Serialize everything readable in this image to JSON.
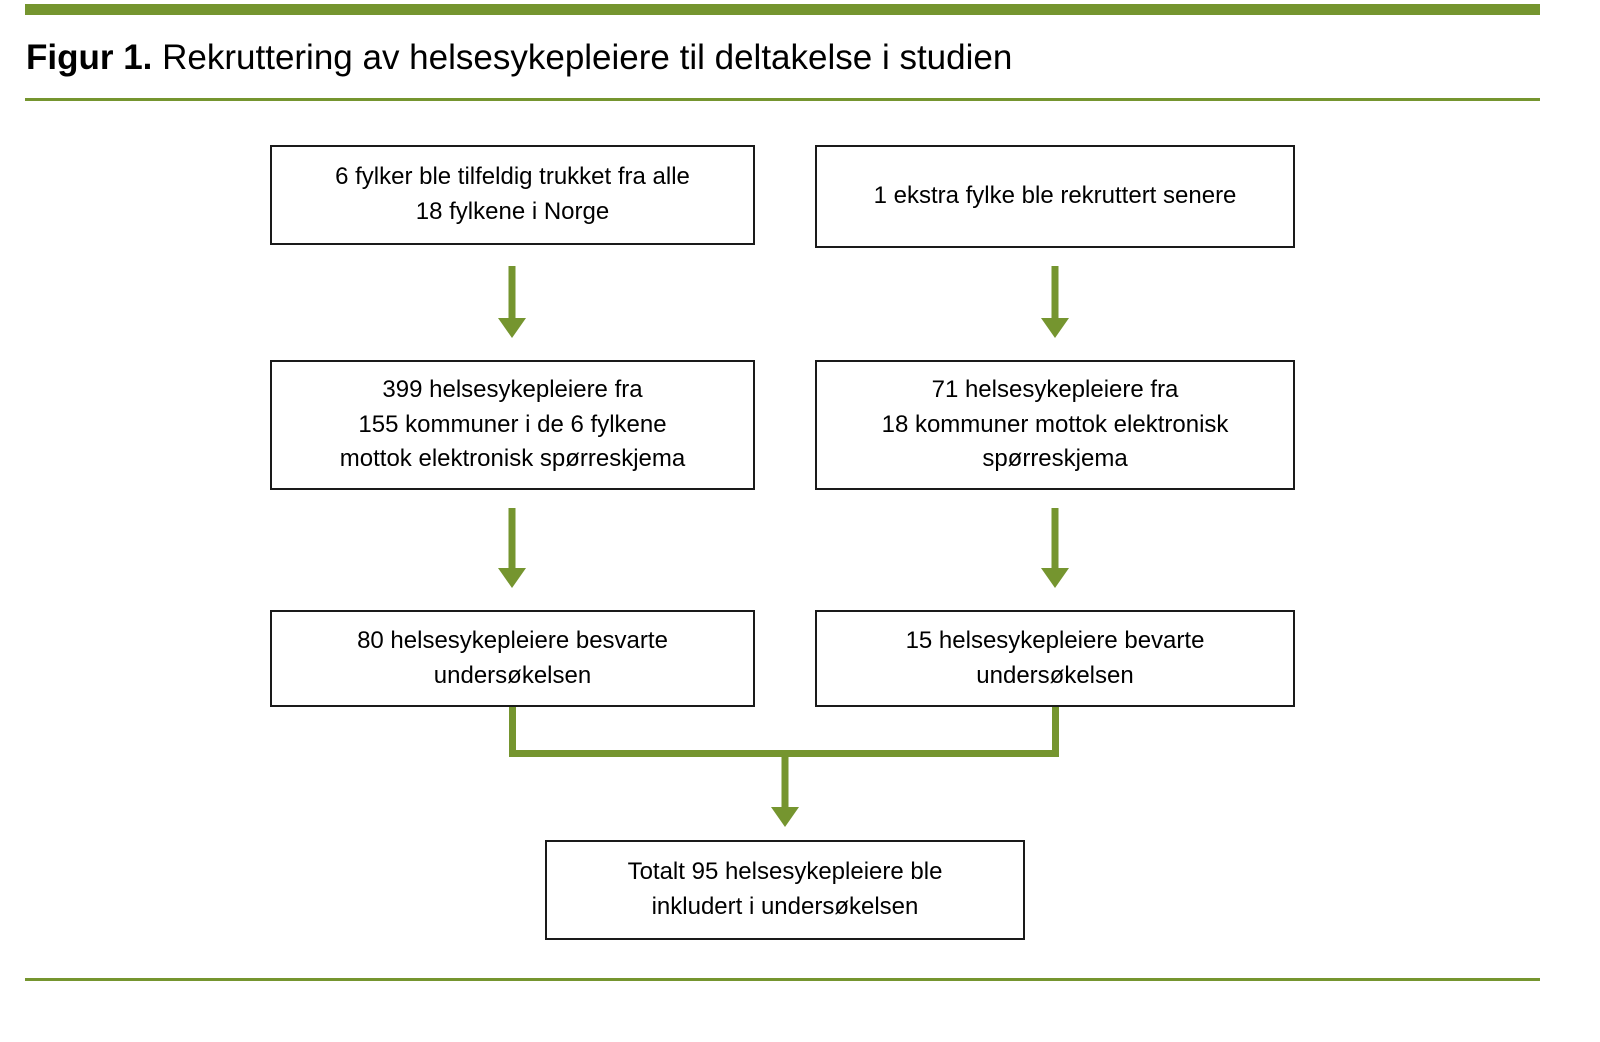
{
  "page": {
    "title_bold": "Figur 1.",
    "title_rest": " Rekruttering av helsesykepleiere til deltakelse i studien"
  },
  "colors": {
    "accent_green": "#75952f",
    "box_border": "#1a1a1a",
    "background": "#ffffff",
    "text": "#000000"
  },
  "flowchart": {
    "left_column": {
      "step1": "6 fylker ble tilfeldig trukket fra alle\n18 fylkene i Norge",
      "step2": "399 helsesykepleiere fra\n155 kommuner i de 6 fylkene\nmottok elektronisk spørreskjema",
      "step3": "80 helsesykepleiere besvarte\nundersøkelsen"
    },
    "right_column": {
      "step1": "1 ekstra fylke ble rekruttert senere",
      "step2": "71 helsesykepleiere fra\n18 kommuner mottok elektronisk\nspørreskjema",
      "step3": "15 helsesykepleiere bevarte\nundersøkelsen"
    },
    "final": "Totalt 95 helsesykepleiere ble\ninkludert i undersøkelsen"
  }
}
